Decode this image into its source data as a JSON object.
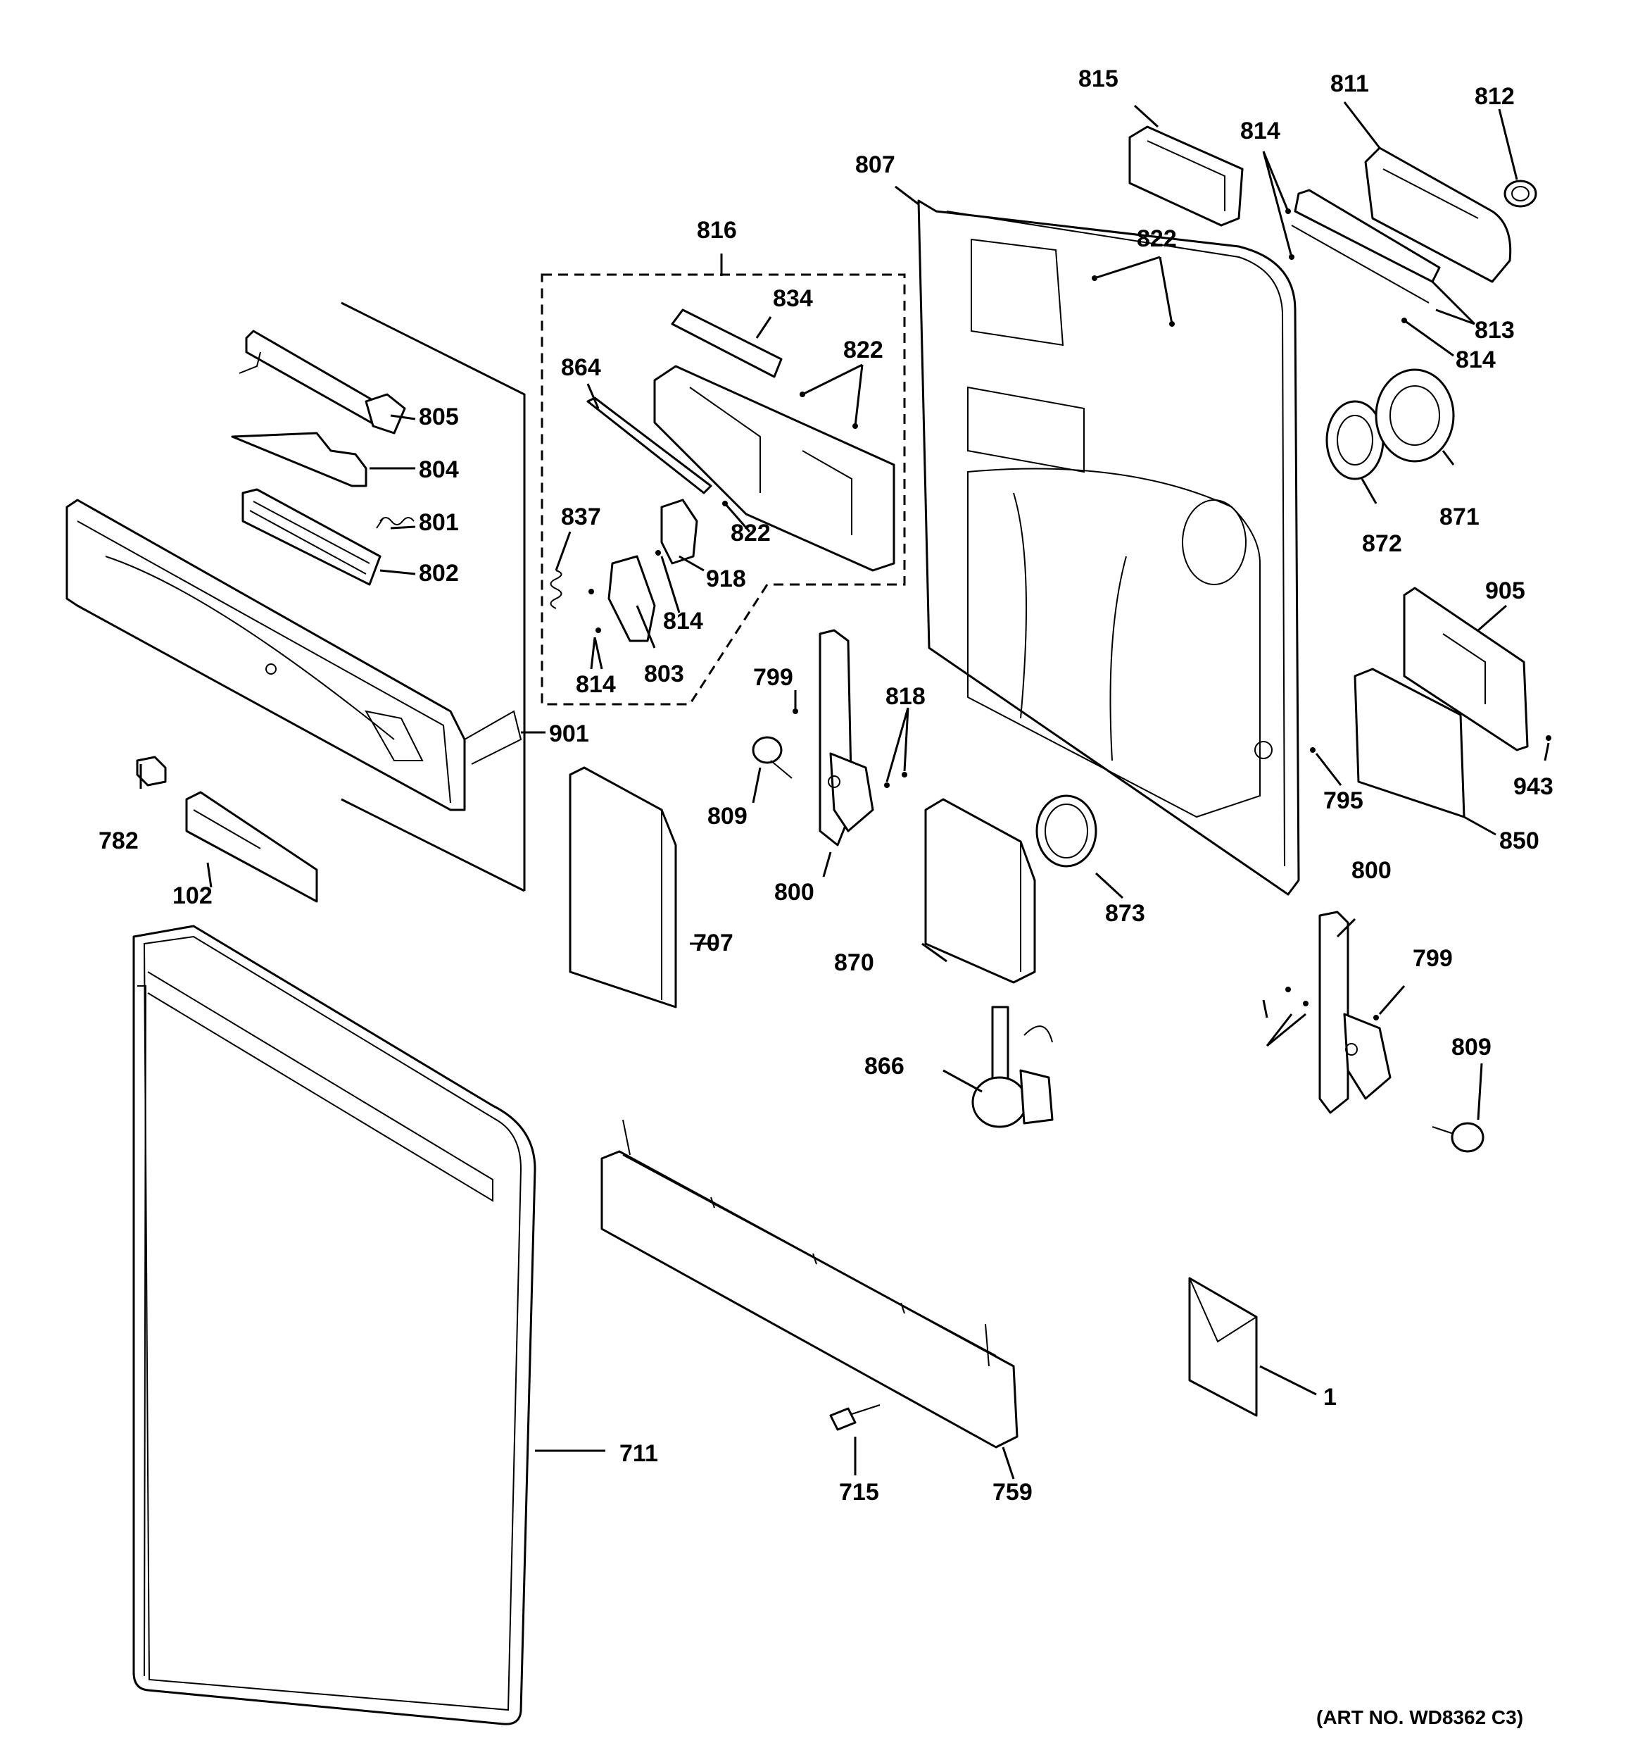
{
  "callouts": [
    {
      "id": "c815",
      "text": "815"
    },
    {
      "id": "c811",
      "text": "811"
    },
    {
      "id": "c812",
      "text": "812"
    },
    {
      "id": "c814a",
      "text": "814"
    },
    {
      "id": "c807",
      "text": "807"
    },
    {
      "id": "c816",
      "text": "816"
    },
    {
      "id": "c822a",
      "text": "822"
    },
    {
      "id": "c813",
      "text": "813"
    },
    {
      "id": "c814b",
      "text": "814"
    },
    {
      "id": "c834",
      "text": "834"
    },
    {
      "id": "c822b",
      "text": "822"
    },
    {
      "id": "c864",
      "text": "864"
    },
    {
      "id": "c805",
      "text": "805"
    },
    {
      "id": "c804",
      "text": "804"
    },
    {
      "id": "c801",
      "text": "801"
    },
    {
      "id": "c802",
      "text": "802"
    },
    {
      "id": "c837",
      "text": "837"
    },
    {
      "id": "c822c",
      "text": "822"
    },
    {
      "id": "c918",
      "text": "918"
    },
    {
      "id": "c814c",
      "text": "814"
    },
    {
      "id": "c814d",
      "text": "814"
    },
    {
      "id": "c803",
      "text": "803"
    },
    {
      "id": "c872",
      "text": "872"
    },
    {
      "id": "c871",
      "text": "871"
    },
    {
      "id": "c905",
      "text": "905"
    },
    {
      "id": "c799a",
      "text": "799"
    },
    {
      "id": "c818",
      "text": "818"
    },
    {
      "id": "c901",
      "text": "901"
    },
    {
      "id": "c782",
      "text": "782"
    },
    {
      "id": "c809a",
      "text": "809"
    },
    {
      "id": "c795",
      "text": "795"
    },
    {
      "id": "c943",
      "text": "943"
    },
    {
      "id": "c850",
      "text": "850"
    },
    {
      "id": "c102",
      "text": "102"
    },
    {
      "id": "c800a",
      "text": "800"
    },
    {
      "id": "c800b",
      "text": "800"
    },
    {
      "id": "c873",
      "text": "873"
    },
    {
      "id": "c707",
      "text": "707"
    },
    {
      "id": "c870",
      "text": "870"
    },
    {
      "id": "c799b",
      "text": "799"
    },
    {
      "id": "c809b",
      "text": "809"
    },
    {
      "id": "c866",
      "text": "866"
    },
    {
      "id": "c1",
      "text": "1"
    },
    {
      "id": "c711",
      "text": "711"
    },
    {
      "id": "c715",
      "text": "715"
    },
    {
      "id": "c759",
      "text": "759"
    }
  ],
  "art_number": "(ART NO. WD8362 C3)"
}
